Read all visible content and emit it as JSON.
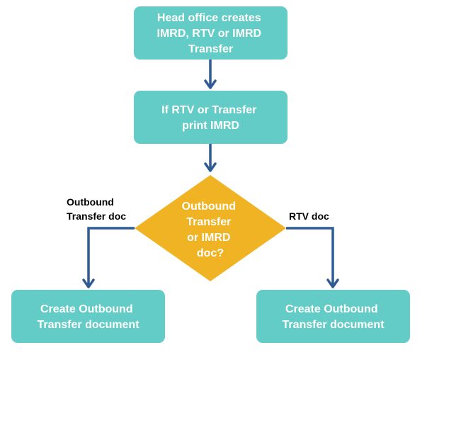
{
  "colors": {
    "process_fill": "#63ccc7",
    "decision_fill": "#f0b324",
    "connector": "#2f5b94",
    "node_text": "#ffffff",
    "edge_label_text": "#000000",
    "background": "#ffffff"
  },
  "nodes": {
    "head_office": {
      "lines": [
        "Head office  creates",
        "IMRD, RTV or IMRD",
        "Transfer"
      ]
    },
    "print_imrd": {
      "lines": [
        "If RTV or Transfer",
        "print IMRD"
      ]
    },
    "decision": {
      "lines": [
        "Outbound",
        "Transfer",
        "or IMRD",
        "doc?"
      ]
    },
    "create_left": {
      "lines": [
        "Create Outbound",
        "Transfer document"
      ]
    },
    "create_right": {
      "lines": [
        "Create Outbound",
        "Transfer document"
      ]
    }
  },
  "edge_labels": {
    "left": {
      "lines": [
        "Outbound",
        "Transfer doc"
      ]
    },
    "right": {
      "lines": [
        "RTV doc"
      ]
    }
  }
}
